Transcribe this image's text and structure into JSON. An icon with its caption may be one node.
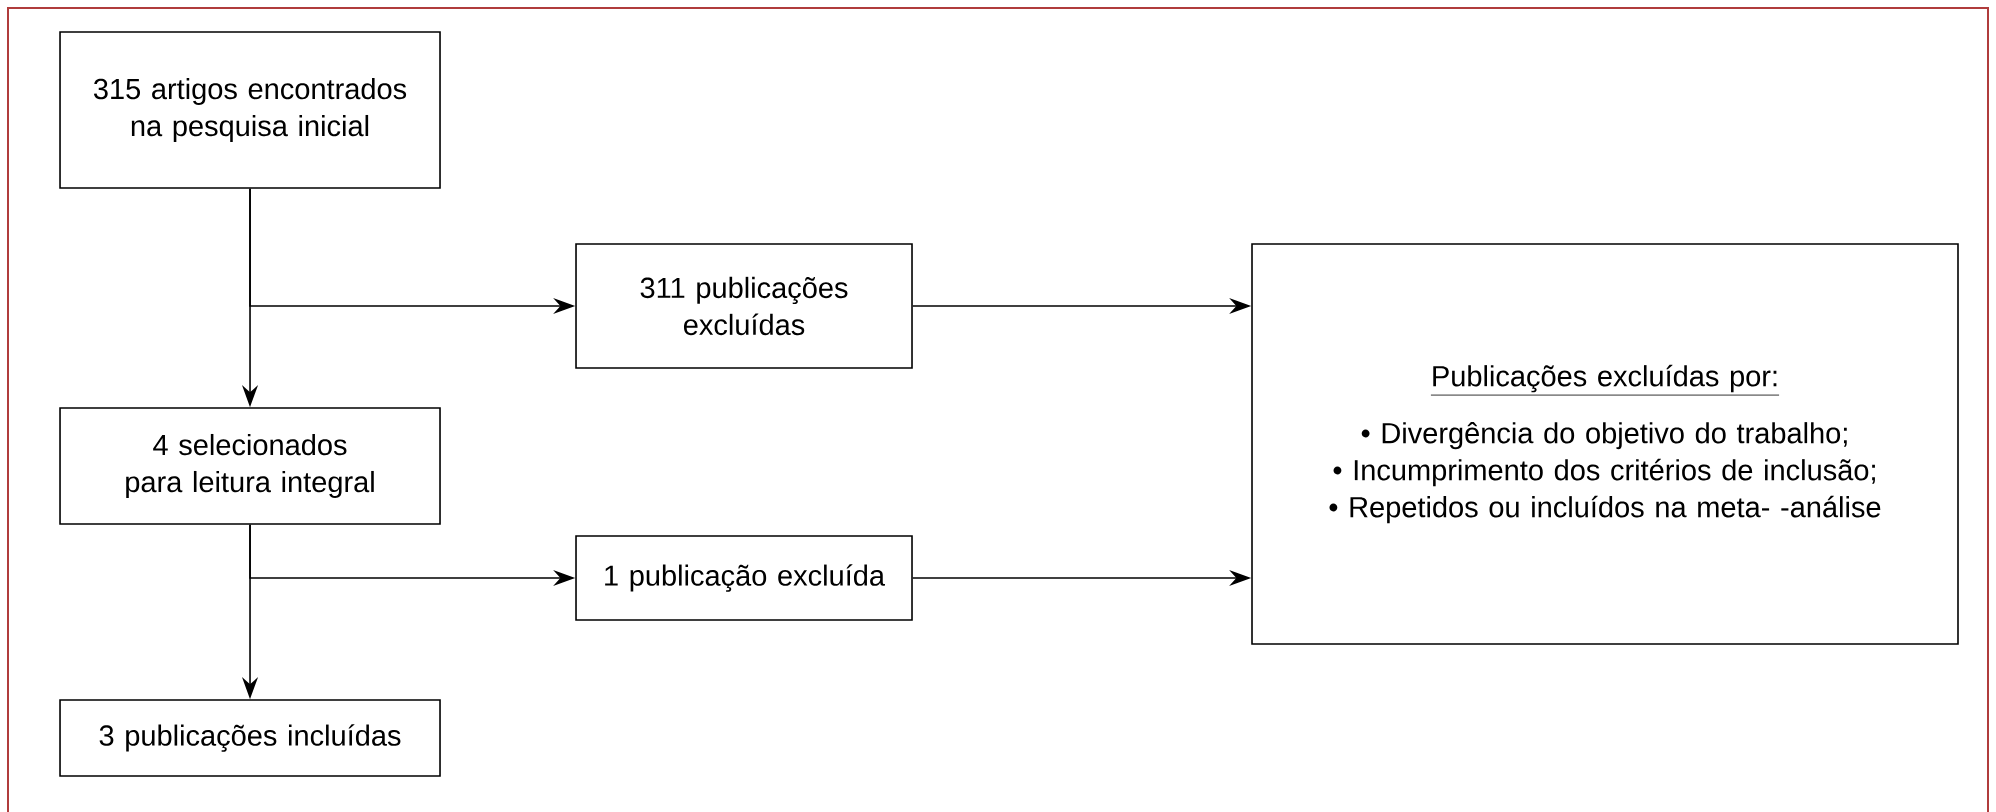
{
  "diagram": {
    "nodes": [
      {
        "text": [
          "315 artigos encontrados na pesquisa inicial"
        ]
      },
      {
        "text": [
          "311 publicações excluídas"
        ]
      },
      {
        "text": [
          "Publicações excluídas por:",
          "• Divergência do objetivo do trabalho;",
          "• Incumprimento dos critérios de inclusão;",
          "• Repetidos ou incluídos na meta- -análise"
        ]
      },
      {
        "text": [
          "4 selecionados para leitura integral"
        ]
      },
      {
        "text": [
          "1 publicação excluída"
        ]
      },
      {
        "text": [
          "3 publicações incluídas"
        ]
      }
    ],
    "edges": [
      {
        "from": 0,
        "to": 1,
        "arrow": "to"
      },
      {
        "from": 0,
        "to": 3,
        "arrow": "to"
      },
      {
        "from": 1,
        "to": 2,
        "arrow": "to"
      },
      {
        "from": 3,
        "to": 4,
        "arrow": "to"
      },
      {
        "from": 3,
        "to": 5,
        "arrow": "to"
      },
      {
        "from": 4,
        "to": 2,
        "arrow": "to"
      }
    ]
  }
}
